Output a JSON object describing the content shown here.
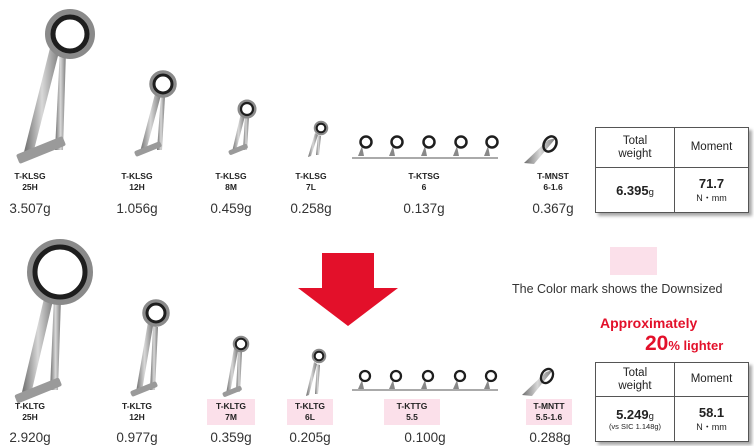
{
  "top_row": {
    "guides": [
      {
        "code_line1": "T-KLSG",
        "code_line2": "25H",
        "weight": "3.507",
        "unit": "g",
        "highlighted": false
      },
      {
        "code_line1": "T-KLSG",
        "code_line2": "12H",
        "weight": "1.056",
        "unit": "g",
        "highlighted": false
      },
      {
        "code_line1": "T-KLSG",
        "code_line2": "8M",
        "weight": "0.459",
        "unit": "g",
        "highlighted": false
      },
      {
        "code_line1": "T-KLSG",
        "code_line2": "7L",
        "weight": "0.258",
        "unit": "g",
        "highlighted": false
      },
      {
        "code_line1": "T-KTSG",
        "code_line2": "6",
        "weight": "0.137",
        "unit": "g",
        "highlighted": false
      },
      {
        "code_line1": "T-MNST",
        "code_line2": "6-1.6",
        "weight": "0.367",
        "unit": "g",
        "highlighted": false
      }
    ],
    "table": {
      "col1_header_line1": "Total",
      "col1_header_line2": "weight",
      "col2_header": "Moment",
      "total_value": "6.395",
      "total_unit": "g",
      "moment_value": "71.7",
      "moment_unit": "N・mm"
    }
  },
  "bottom_row": {
    "guides": [
      {
        "code_line1": "T-KLTG",
        "code_line2": "25H",
        "weight": "2.920",
        "unit": "g",
        "highlighted": false
      },
      {
        "code_line1": "T-KLTG",
        "code_line2": "12H",
        "weight": "0.977",
        "unit": "g",
        "highlighted": false
      },
      {
        "code_line1": "T-KLTG",
        "code_line2": "7M",
        "weight": "0.359",
        "unit": "g",
        "highlighted": true
      },
      {
        "code_line1": "T-KLTG",
        "code_line2": "6L",
        "weight": "0.205",
        "unit": "g",
        "highlighted": true
      },
      {
        "code_line1": "T-KTTG",
        "code_line2": "5.5",
        "weight": "0.100",
        "unit": "g",
        "highlighted": true
      },
      {
        "code_line1": "T-MNTT",
        "code_line2": "5.5-1.6",
        "weight": "0.288",
        "unit": "g",
        "highlighted": true
      }
    ],
    "table": {
      "col1_header_line1": "Total",
      "col1_header_line2": "weight",
      "col2_header": "Moment",
      "total_value": "5.249",
      "total_unit": "g",
      "total_note": "(vs SIC 1.148g)",
      "moment_value": "58.1",
      "moment_unit": "N・mm"
    }
  },
  "legend": {
    "swatch_color": "#fbe0ea",
    "text": "The Color mark shows the Downsized"
  },
  "callout": {
    "line1": "Approximately",
    "percent": "20",
    "suffix": "% lighter",
    "color": "#e3102a"
  },
  "arrow": {
    "color": "#e3102a",
    "direction": "down"
  }
}
